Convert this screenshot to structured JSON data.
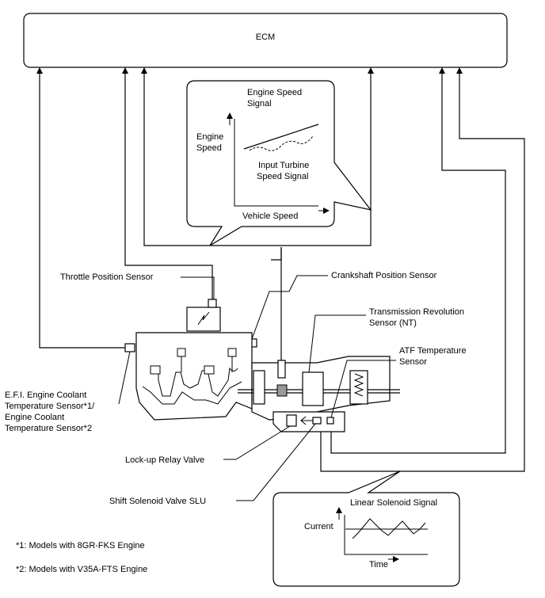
{
  "ecm": {
    "label": "ECM"
  },
  "engine_speed_signal": {
    "title_line1": "Engine Speed",
    "title_line2": "Signal",
    "ylabel_line1": "Engine",
    "ylabel_line2": "Speed",
    "xlabel": "Vehicle Speed",
    "curve_label_line1": "Input Turbine",
    "curve_label_line2": "Speed Signal"
  },
  "components": {
    "throttle": "Throttle Position Sensor",
    "crankshaft": "Crankshaft Position Sensor",
    "trans_rev_line1": "Transmission Revolution",
    "trans_rev_line2": "Sensor (NT)",
    "atf_line1": "ATF Temperature",
    "atf_line2": "Sensor",
    "efi_line1": "E.F.I. Engine Coolant",
    "efi_line2": "Temperature Sensor*1/",
    "efi_line3": "Engine Coolant",
    "efi_line4": "Temperature Sensor*2",
    "lockup": "Lock-up Relay Valve",
    "slu": "Shift Solenoid Valve SLU"
  },
  "linear_solenoid_signal": {
    "title": "Linear Solenoid Signal",
    "ylabel": "Current",
    "xlabel": "Time"
  },
  "footnotes": {
    "note1": "*1: Models with 8GR-FKS Engine",
    "note2": "*2: Models with V35A-FTS Engine"
  }
}
